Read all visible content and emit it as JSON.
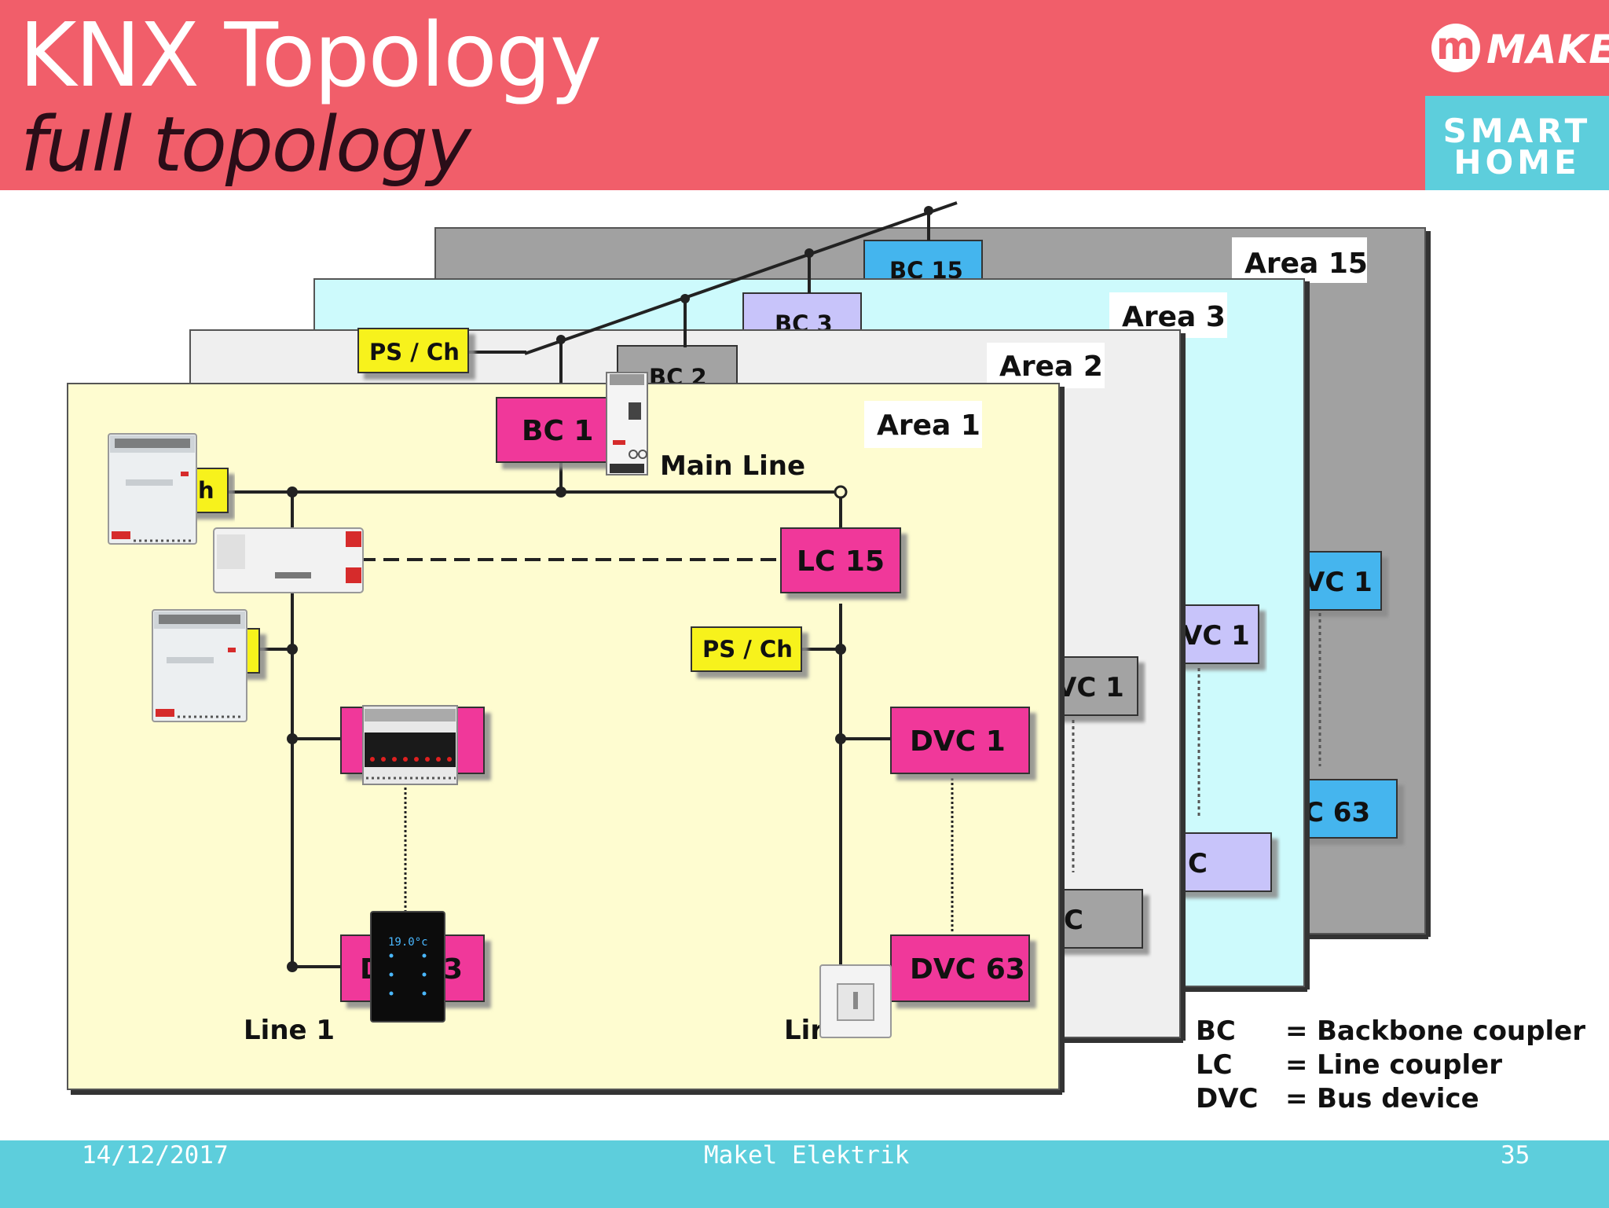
{
  "slide": {
    "title": "KNX Topology",
    "subtitle": "full topology",
    "brand": {
      "logo_letter": "m",
      "logo_name": "MAKEL",
      "badge_line1": "SMART",
      "badge_line2": "HOME"
    }
  },
  "diagram": {
    "areas": [
      "Area 1",
      "Area 2",
      "Area 3",
      "Area 15"
    ],
    "backbone_couplers": [
      "BC 1",
      "BC 2",
      "BC 3",
      "BC 15"
    ],
    "power_supplies": [
      "PS / Ch",
      "PS / Ch"
    ],
    "line_coupler": "LC 15",
    "main_line": "Main Line",
    "devices": [
      "DVC 1",
      "DVC 63"
    ],
    "line_labels": [
      "Line 1",
      "Lir"
    ],
    "back_area_device_fragments": [
      "VC 1",
      "VC 1",
      "VC 1",
      "C",
      "C",
      "C 63"
    ],
    "partial_label": "h",
    "partial_device_left": "D",
    "partial_device_right": "3",
    "thermostat_display": "19.0°c"
  },
  "legend": [
    {
      "abbr": "BC",
      "sep": "=",
      "meaning": "Backbone coupler"
    },
    {
      "abbr": "LC",
      "sep": "=",
      "meaning": "Line coupler"
    },
    {
      "abbr": "DVC",
      "sep": "=",
      "meaning": "Bus device"
    }
  ],
  "footer": {
    "date": "14/12/2017",
    "company": "Makel Elektrik",
    "page": "35"
  },
  "colors": {
    "header_red": "#f15e6a",
    "footer_cyan": "#5dcedc",
    "coupler_pink": "#f0399a",
    "ps_yellow": "#f7f21c",
    "area1_yellow": "#fefcd0"
  }
}
